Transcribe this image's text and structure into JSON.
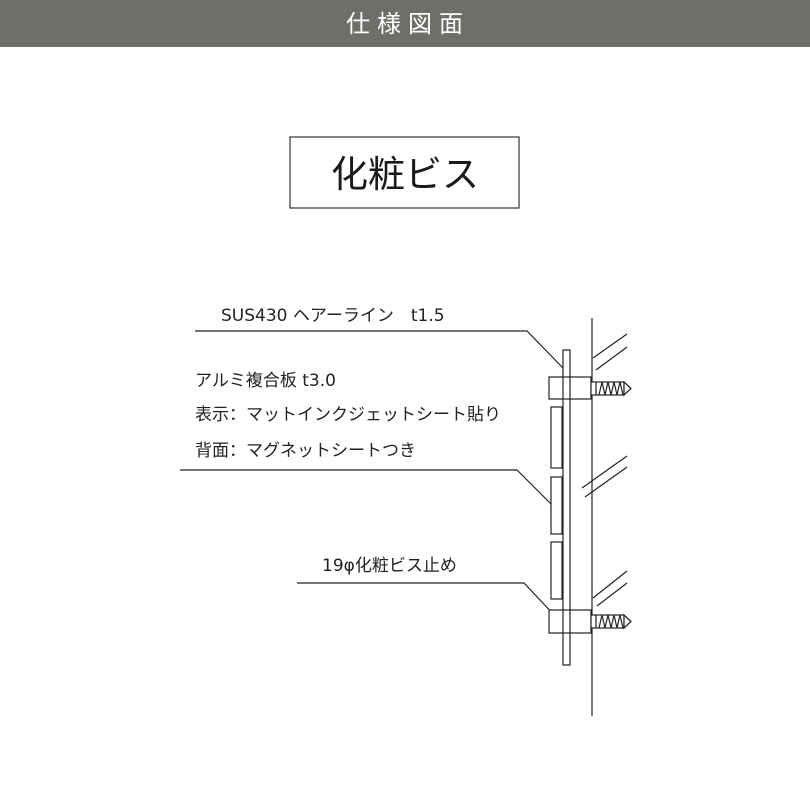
{
  "header": {
    "title": "仕様図面"
  },
  "title_box": {
    "label": "化粧ビス"
  },
  "labels": {
    "plate": "SUS430 ヘアーライン　t1.5",
    "composite": "アルミ複合板 t3.0",
    "display": "表示：マットインクジェットシート貼り",
    "back": "背面：マグネットシートつき",
    "screw": "19φ化粧ビス止め"
  },
  "colors": {
    "header_bg": "#6e6f6a",
    "header_text": "#ffffff",
    "line": "#222222"
  }
}
